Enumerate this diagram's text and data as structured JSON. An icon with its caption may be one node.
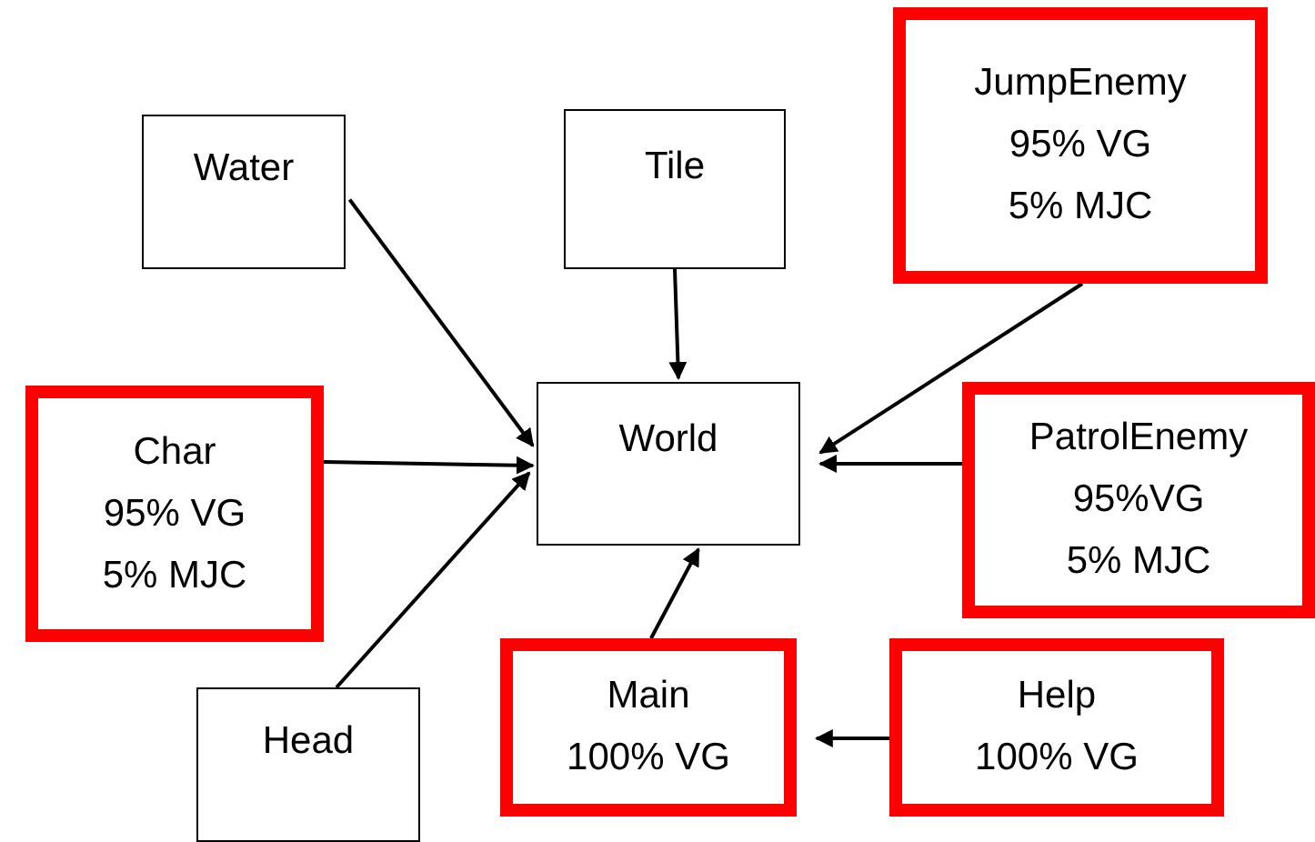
{
  "diagram": {
    "nodes": [
      {
        "text": [
          "Water"
        ]
      },
      {
        "text": [
          "Tile"
        ]
      },
      {
        "text": [
          "JumpEnemy",
          "95% VG",
          "5% MJC"
        ]
      },
      {
        "text": [
          "Char",
          "95% VG",
          "5% MJC"
        ]
      },
      {
        "text": [
          "World"
        ]
      },
      {
        "text": [
          "PatrolEnemy",
          "95%VG",
          "5% MJC"
        ]
      },
      {
        "text": [
          "Head"
        ]
      },
      {
        "text": [
          "Main",
          "100% VG"
        ]
      },
      {
        "text": [
          "Help",
          "100% VG"
        ]
      }
    ],
    "edges": [
      {
        "from": 0,
        "to": 4,
        "arrow": "to"
      },
      {
        "from": 1,
        "to": 4,
        "arrow": "to"
      },
      {
        "from": 2,
        "to": 4,
        "arrow": "to"
      },
      {
        "from": 3,
        "to": 4,
        "arrow": "to"
      },
      {
        "from": 5,
        "to": 4,
        "arrow": "to"
      },
      {
        "from": 6,
        "to": 4,
        "arrow": "to"
      },
      {
        "from": 7,
        "to": 4,
        "arrow": "to"
      },
      {
        "from": 8,
        "to": 7,
        "arrow": "to"
      }
    ]
  }
}
